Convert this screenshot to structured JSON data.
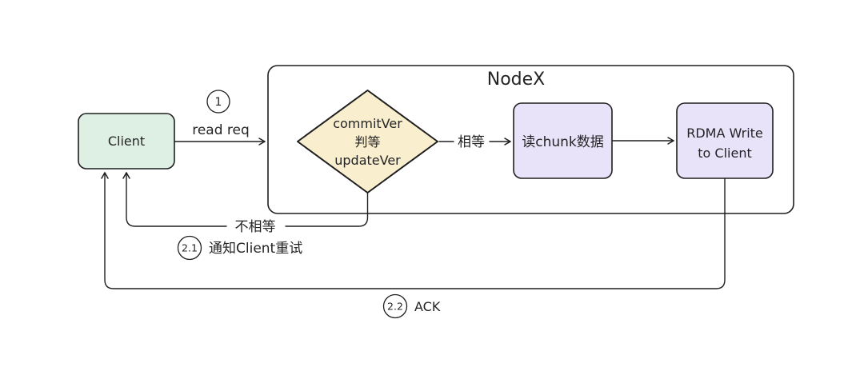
{
  "diagram": {
    "container": {
      "title": "NodeX"
    },
    "nodes": {
      "client": {
        "label": "Client"
      },
      "version_check": {
        "line1": "commitVer",
        "line2": "判等",
        "line3": "updateVer"
      },
      "read_chunk": {
        "label": "读chunk数据"
      },
      "rdma_write": {
        "line1": "RDMA Write",
        "line2": "to Client"
      }
    },
    "edges": {
      "read_req": {
        "step": "1",
        "label": "read req"
      },
      "equal": {
        "label": "相等"
      },
      "not_equal": {
        "label": "不相等"
      },
      "notify_retry": {
        "step": "2.1",
        "label": "通知Client重试"
      },
      "ack": {
        "step": "2.2",
        "label": "ACK"
      }
    },
    "colors": {
      "canvas": "#ffffff",
      "stroke": "#1f1f1f",
      "client_fill": "#ddf0e3",
      "decision_fill": "#f9eecd",
      "process_fill": "#e9e3fa",
      "container_fill": "#ffffff"
    }
  }
}
